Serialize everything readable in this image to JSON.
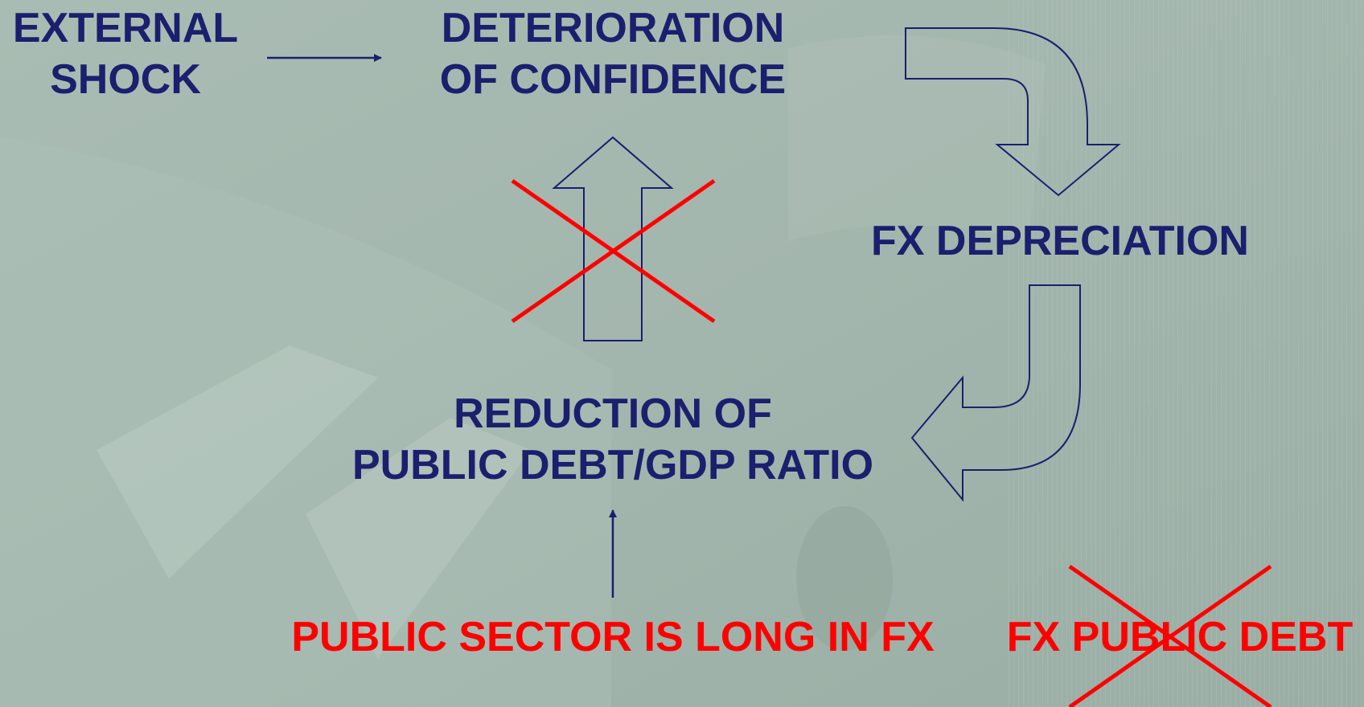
{
  "colors": {
    "navy": "#1b1f6e",
    "red": "#ff0000",
    "background": "#a6b9b0"
  },
  "nodes": {
    "external_shock": {
      "line1": "EXTERNAL",
      "line2": "SHOCK"
    },
    "deterioration": {
      "line1": "DETERIORATION",
      "line2": "OF CONFIDENCE"
    },
    "fx_depreciation": {
      "label": "FX DEPRECIATION"
    },
    "reduction": {
      "line1": "REDUCTION OF",
      "line2": "PUBLIC DEBT/GDP RATIO"
    },
    "public_sector_long": {
      "label": "PUBLIC SECTOR IS LONG IN FX"
    },
    "fx_public_debt": {
      "label": "FX PUBLIC DEBT"
    }
  }
}
